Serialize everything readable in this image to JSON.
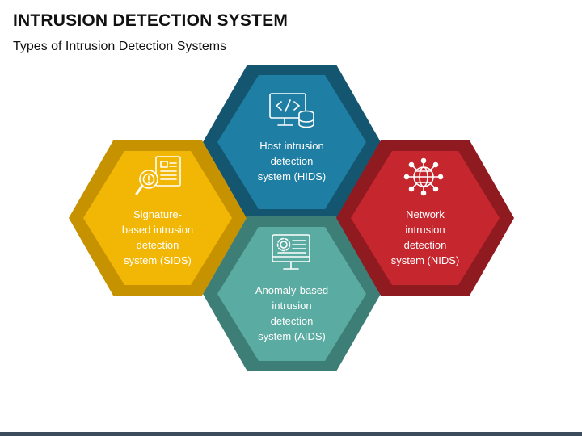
{
  "header": {
    "title": "INTRUSION DETECTION SYSTEM",
    "subtitle": "Types of Intrusion Detection Systems"
  },
  "colors": {
    "hids": "#1f7ea3",
    "sids": "#f2b705",
    "nids": "#c6262e",
    "aids": "#5aaba1"
  },
  "hexagons": [
    {
      "id": "hids",
      "label": "Host intrusion detection system (HIDS)",
      "lines": [
        "Host intrusion",
        "detection",
        "system (HIDS)"
      ],
      "icon": "code-monitor-database-icon"
    },
    {
      "id": "sids",
      "label": "Signature-based intrusion detection system (SIDS)",
      "lines": [
        "Signature-",
        "based intrusion",
        "detection",
        "system (SIDS)"
      ],
      "icon": "document-magnifier-icon"
    },
    {
      "id": "nids",
      "label": "Network intrusion detection system (NIDS)",
      "lines": [
        "Network",
        "intrusion",
        "detection",
        "system (NIDS)"
      ],
      "icon": "network-globe-icon"
    },
    {
      "id": "aids",
      "label": "Anomaly-based intrusion detection system (AIDS)",
      "lines": [
        "Anomaly-based",
        "intrusion",
        "detection",
        "system (AIDS)"
      ],
      "icon": "settings-monitor-icon"
    }
  ]
}
